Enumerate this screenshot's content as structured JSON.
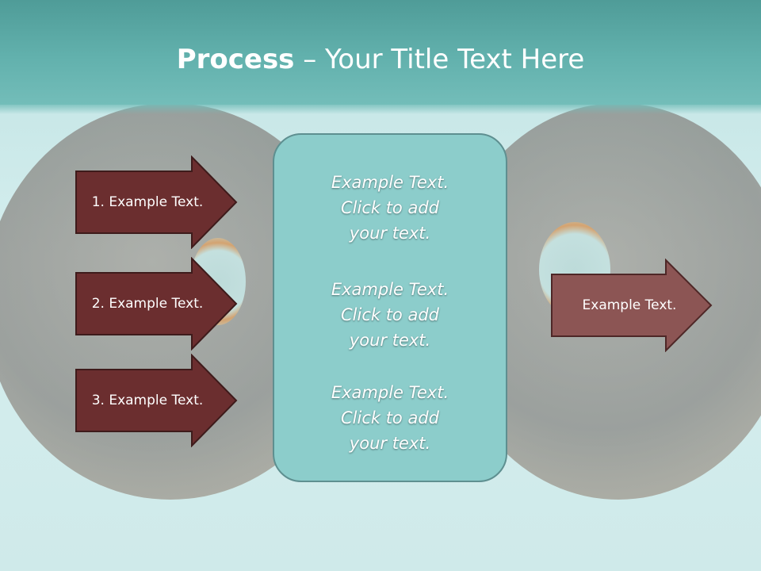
{
  "slide": {
    "title_bold": "Process",
    "title_rest": " – Your Title Text Here"
  },
  "left_arrows": [
    {
      "label": "1. Example Text."
    },
    {
      "label": "2. Example Text."
    },
    {
      "label": "3. Example Text."
    }
  ],
  "center_box": {
    "paragraphs": [
      "Example Text.\nClick  to add\nyour text.",
      "Example Text.\nClick  to add\nyour text.",
      "Example Text.\nClick  to add\nyour text."
    ]
  },
  "right_arrow": {
    "label": "Example Text."
  },
  "colors": {
    "header": "#62b1ad",
    "left_arrow_fill": "#6b2e2f",
    "right_arrow_fill": "#8c5554",
    "center_box_fill": "#8ccdcb"
  }
}
